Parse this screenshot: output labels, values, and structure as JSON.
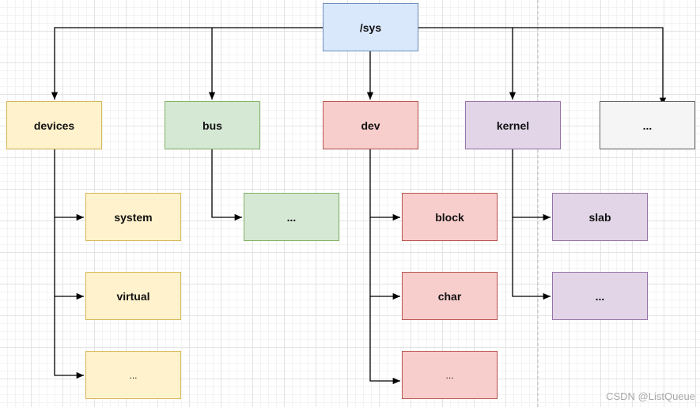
{
  "root": {
    "label": "/sys"
  },
  "categories": [
    {
      "id": "devices",
      "label": "devices",
      "color": "#fff2cc",
      "border": "#d6b656",
      "children": [
        {
          "label": "system"
        },
        {
          "label": "virtual"
        },
        {
          "label": "..."
        }
      ]
    },
    {
      "id": "bus",
      "label": "bus",
      "color": "#d5e8d4",
      "border": "#82b366",
      "children": [
        {
          "label": "..."
        }
      ]
    },
    {
      "id": "dev",
      "label": "dev",
      "color": "#f8cecc",
      "border": "#b85450",
      "children": [
        {
          "label": "block"
        },
        {
          "label": "char"
        },
        {
          "label": "..."
        }
      ]
    },
    {
      "id": "kernel",
      "label": "kernel",
      "color": "#e1d5e7",
      "border": "#9673a6",
      "children": [
        {
          "label": "slab"
        },
        {
          "label": "..."
        }
      ]
    },
    {
      "id": "more",
      "label": "...",
      "color": "#f5f5f5",
      "border": "#666666",
      "children": []
    }
  ],
  "watermark": "CSDN @ListQueue"
}
